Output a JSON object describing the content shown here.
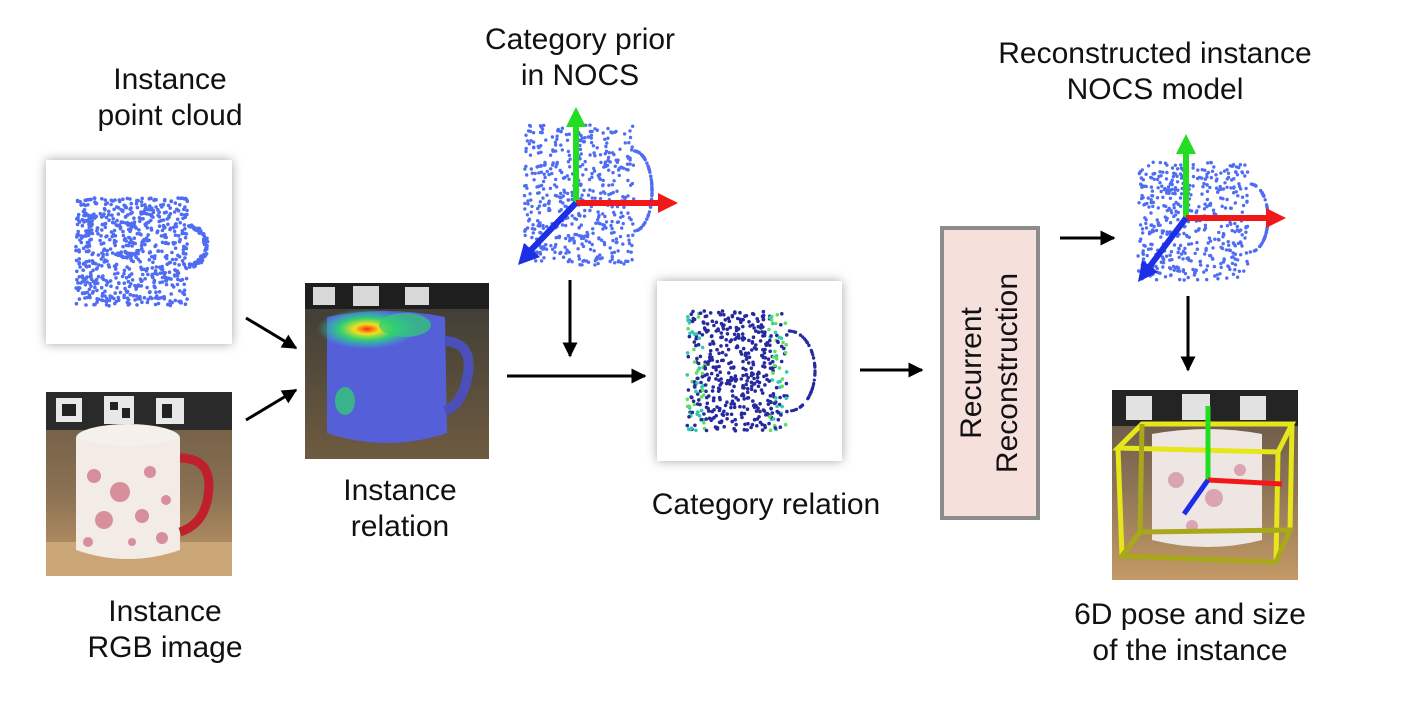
{
  "labels": {
    "point_cloud": [
      "Instance",
      "point cloud"
    ],
    "rgb_image": [
      "Instance",
      "RGB image"
    ],
    "instance_relation": [
      "Instance",
      "relation"
    ],
    "category_prior": [
      "Category prior",
      "in NOCS"
    ],
    "category_relation": "Category relation",
    "recurrent_reconstruction": [
      "Recurrent",
      "Reconstruction"
    ],
    "reconstructed_model": [
      "Reconstructed instance",
      "NOCS model"
    ],
    "pose_size": [
      "6D pose and size",
      "of the instance"
    ]
  },
  "colors": {
    "points": "#4f6df2",
    "points_dark": "#262a9e",
    "axis_x": "#f01818",
    "axis_y": "#22dd22",
    "axis_z": "#1c2ee6",
    "bbox": "#e6e61a",
    "recon_fill": "#f6e0dc",
    "recon_border": "#8c8c8c",
    "arrow": "#000000"
  }
}
